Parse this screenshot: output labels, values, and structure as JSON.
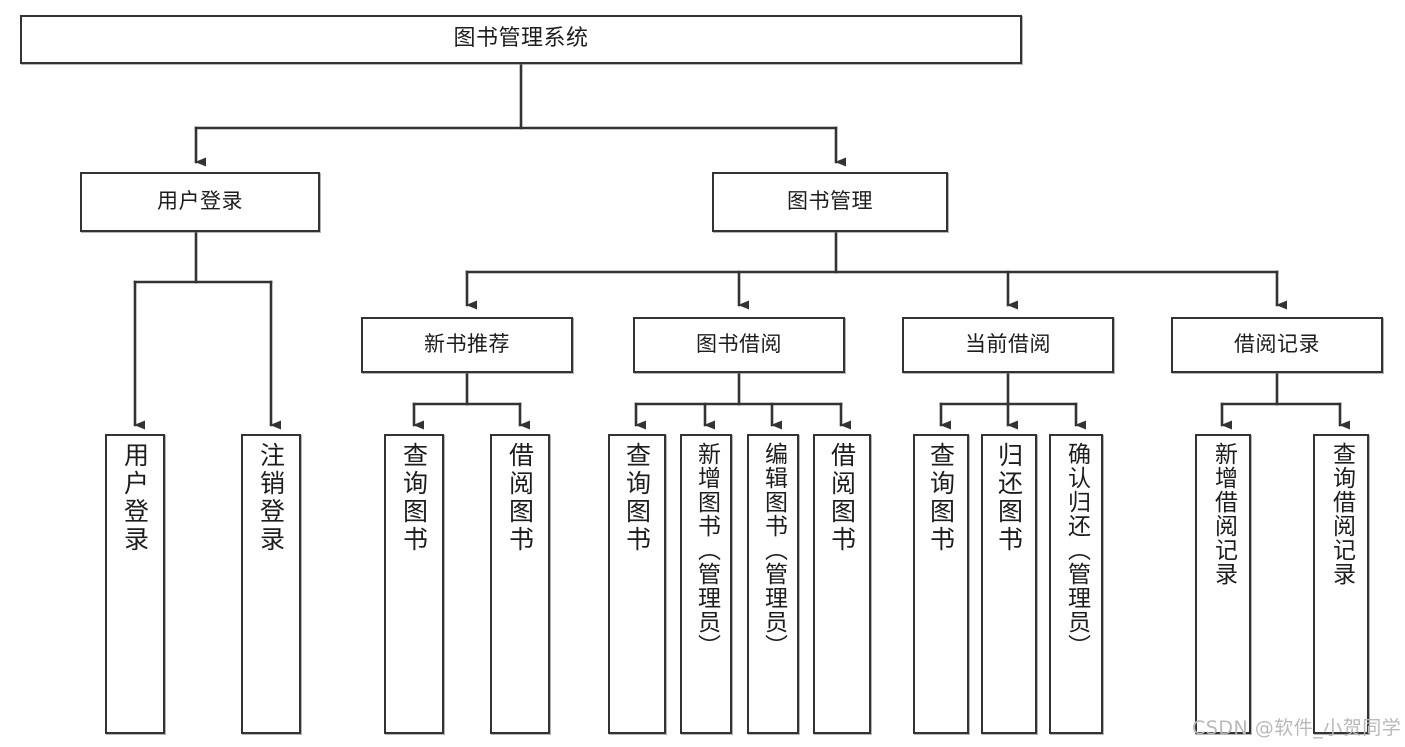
{
  "diagram": {
    "type": "tree",
    "title": "图书管理系统",
    "nodes": {
      "root": {
        "label": "图书管理系统",
        "level": 1
      },
      "l2_user": {
        "label": "用户登录",
        "level": 2
      },
      "l2_book": {
        "label": "图书管理",
        "level": 2
      },
      "l3_new": {
        "label": "新书推荐",
        "level": 3
      },
      "l3_borrow": {
        "label": "图书借阅",
        "level": 3
      },
      "l3_current": {
        "label": "当前借阅",
        "level": 3
      },
      "l3_record": {
        "label": "借阅记录",
        "level": 3
      },
      "leaf_user_login": {
        "label": "用户登录",
        "level": 4
      },
      "leaf_user_logout": {
        "label": "注销登录",
        "level": 4
      },
      "leaf_new_query": {
        "label": "查询图书",
        "level": 4
      },
      "leaf_new_borrow": {
        "label": "借阅图书",
        "level": 4
      },
      "leaf_borrow_query": {
        "label": "查询图书",
        "level": 4
      },
      "leaf_borrow_add": {
        "label": "新增图书（管理员）",
        "level": 4
      },
      "leaf_borrow_edit": {
        "label": "编辑图书（管理员）",
        "level": 4
      },
      "leaf_borrow_lend": {
        "label": "借阅图书",
        "level": 4
      },
      "leaf_cur_query": {
        "label": "查询图书",
        "level": 4
      },
      "leaf_cur_return": {
        "label": "归还图书",
        "level": 4
      },
      "leaf_cur_confirm": {
        "label": "确认归还（管理员）",
        "level": 4
      },
      "leaf_rec_add": {
        "label": "新增借阅记录",
        "level": 4
      },
      "leaf_rec_query": {
        "label": "查询借阅记录",
        "level": 4
      }
    },
    "edges": [
      {
        "from": "root",
        "to": "l2_user"
      },
      {
        "from": "root",
        "to": "l2_book"
      },
      {
        "from": "l2_user",
        "to": "leaf_user_login"
      },
      {
        "from": "l2_user",
        "to": "leaf_user_logout"
      },
      {
        "from": "l2_book",
        "to": "l3_new"
      },
      {
        "from": "l2_book",
        "to": "l3_borrow"
      },
      {
        "from": "l2_book",
        "to": "l3_current"
      },
      {
        "from": "l2_book",
        "to": "l3_record"
      },
      {
        "from": "l3_new",
        "to": "leaf_new_query"
      },
      {
        "from": "l3_new",
        "to": "leaf_new_borrow"
      },
      {
        "from": "l3_borrow",
        "to": "leaf_borrow_query"
      },
      {
        "from": "l3_borrow",
        "to": "leaf_borrow_add"
      },
      {
        "from": "l3_borrow",
        "to": "leaf_borrow_edit"
      },
      {
        "from": "l3_borrow",
        "to": "leaf_borrow_lend"
      },
      {
        "from": "l3_current",
        "to": "leaf_cur_query"
      },
      {
        "from": "l3_current",
        "to": "leaf_cur_return"
      },
      {
        "from": "l3_current",
        "to": "leaf_cur_confirm"
      },
      {
        "from": "l3_record",
        "to": "leaf_rec_add"
      },
      {
        "from": "l3_record",
        "to": "leaf_rec_query"
      }
    ],
    "colors": {
      "node_border": "#333333",
      "node_fill": "#ffffff",
      "edge": "#333333",
      "text": "#1d1d1d",
      "watermark": "#b9b9b9",
      "background": "#ffffff"
    }
  },
  "watermark": {
    "text": "CSDN @软件_小贺同学"
  }
}
